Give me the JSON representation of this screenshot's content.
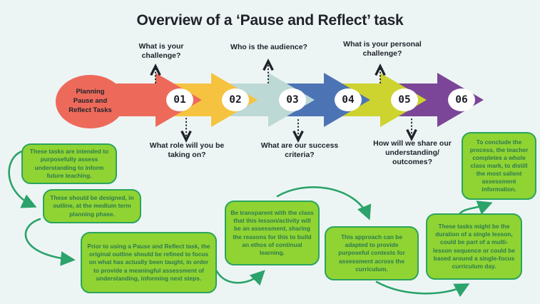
{
  "title": "Overview of a ‘Pause and Reflect’ task",
  "start_node": {
    "label": "Planning\nPause and\nReflect Tasks"
  },
  "timeline": {
    "steps": [
      {
        "number": "01",
        "color": "#ED6A5B"
      },
      {
        "number": "02",
        "color": "#F5C340"
      },
      {
        "number": "03",
        "color": "#BDD9D6"
      },
      {
        "number": "04",
        "color": "#4C74B5"
      },
      {
        "number": "05",
        "color": "#CDD32F"
      },
      {
        "number": "06",
        "color": "#7B4697"
      }
    ]
  },
  "questions_top": [
    {
      "text": "What is your\nchallenge?"
    },
    {
      "text": "Who is the audience?"
    },
    {
      "text": "What is your personal\nchallenge?"
    }
  ],
  "questions_bottom": [
    {
      "text": "What role will you be\ntaking on?"
    },
    {
      "text": "What are our success\ncriteria?"
    },
    {
      "text": "How will we share our\nunderstanding/\noutcomes?"
    }
  ],
  "notes": [
    {
      "text": "These tasks are intended to purposefully assess understanding to inform future teaching."
    },
    {
      "text": "These should be designed, in outline, at the medium term planning phase."
    },
    {
      "text": "Prior to using a Pause and Reflect task, the original outline should be refined to focus on what has actually been taught, in order to provide a meaningful assessment of understanding, informing next steps."
    },
    {
      "text": "Be transparent with the class that this lesson/activity will be an assessment, sharing the reasons for this to build an ethos of continual learning."
    },
    {
      "text": "This approach can be adapted to provide purposeful contexts for assessment across the curriculum."
    },
    {
      "text": "These tasks might be the duration of a single lesson, could be part of a multi-lesson sequence or could be based around a single-focus curriculum day."
    },
    {
      "text": "To conclude the process, the teacher completes a whole class mark, to distill the most salient assessment information."
    }
  ],
  "palette": {
    "background": "#EDF5F4",
    "ink": "#20232B",
    "start_fill": "#ED6A5B",
    "connector": "#2BA36A",
    "note_fill": "#8FD432",
    "note_border": "#2CA45F",
    "note_text": "#2E7A50",
    "circle_fill": "#FFFFFF",
    "number_ink": "#1D1D25"
  }
}
